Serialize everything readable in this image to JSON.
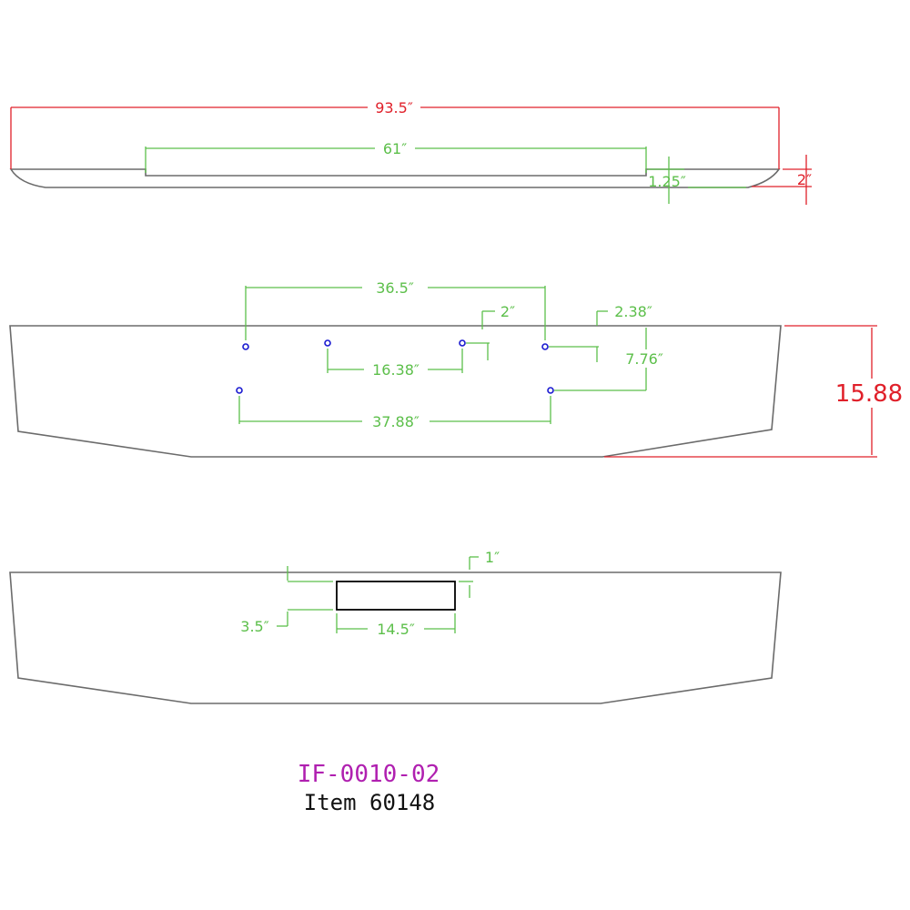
{
  "top_view": {
    "overall_length": "93.5″",
    "center_length": "61″",
    "step_height": "1.25″",
    "end_height": "2″"
  },
  "front_view": {
    "outer_hole_spacing": "36.5″",
    "inner_hole_spacing": "16.38″",
    "lower_hole_spacing": "37.88″",
    "hole_offset_small": "2″",
    "hole_offset_top": "2.38″",
    "hole_row_spacing": "7.76″",
    "overall_height": "15.88"
  },
  "bottom_view": {
    "slot_top_offset": "1″",
    "slot_height": "3.5″",
    "slot_width": "14.5″"
  },
  "part_number": "IF-0010-02",
  "item_label": "Item 60148",
  "colors": {
    "outline": "#6b6b6b",
    "dimension_green": "#5cbf4a",
    "dimension_red": "#e0202a",
    "hole_blue": "#1a1ad0",
    "part_magenta": "#b020b0"
  }
}
